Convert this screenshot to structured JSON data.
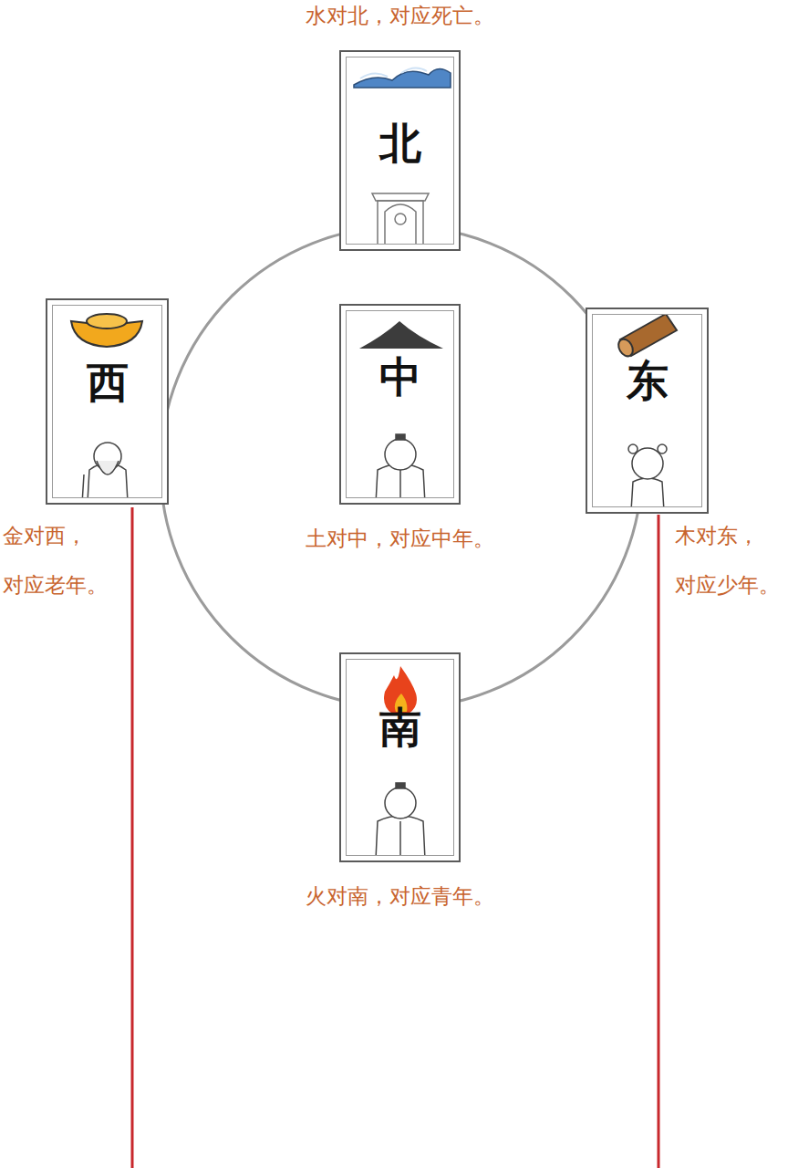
{
  "diagram": {
    "nodes": [
      {
        "text": [
          "北",
          "水对北，对应死亡。"
        ]
      },
      {
        "text": [
          "西",
          "金对西， 对应老年。"
        ]
      },
      {
        "text": [
          "中",
          "土对中，对应中年。"
        ]
      },
      {
        "text": [
          "东",
          "木对东， 对应少年。"
        ]
      },
      {
        "text": [
          "南",
          "火对南，对应青年。"
        ]
      }
    ]
  }
}
